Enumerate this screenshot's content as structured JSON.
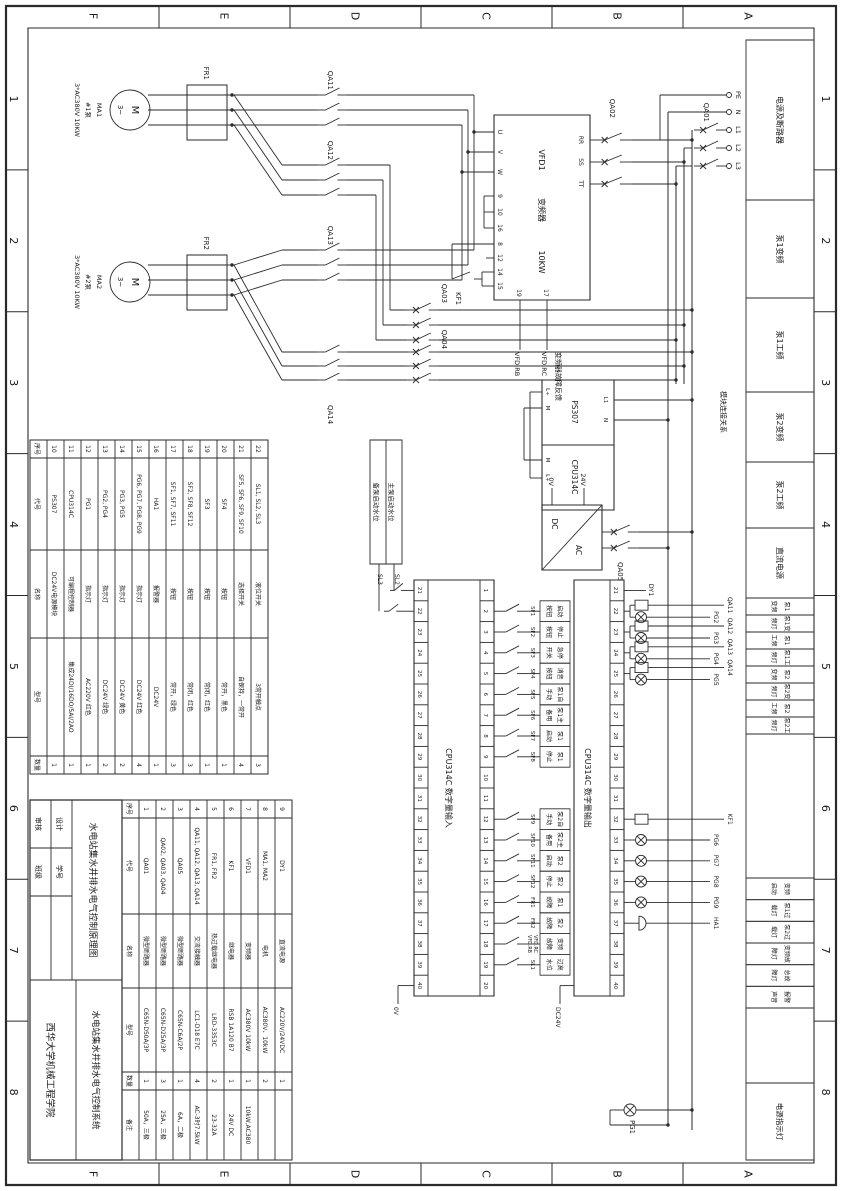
{
  "frame": {
    "cols": [
      "1",
      "2",
      "3",
      "4",
      "5",
      "6",
      "7",
      "8"
    ],
    "rows": [
      "A",
      "B",
      "C",
      "D",
      "E",
      "F"
    ]
  },
  "zones_main": [
    "电源及断路器",
    "泵1变频",
    "泵1工频",
    "泵2变频",
    "泵2工频",
    "直流电源"
  ],
  "zones_out1": [
    "泵1变频",
    "泵1变频灯",
    "泵1工频",
    "泵1工频灯",
    "泵2变频",
    "泵2变频灯",
    "泵2工频",
    "泵2工频灯"
  ],
  "zones_out2": [
    "变频启动",
    "泵1过载灯",
    "泵2过载灯",
    "变频故障灯",
    "总故障灯",
    "报警声音"
  ],
  "zone_power_lamp": "电源指示灯",
  "module_note": "模块连接关系",
  "rails": {
    "ov": "0V",
    "dc": "DC24V"
  },
  "supply": {
    "terminals": [
      "PE",
      "N",
      "L1",
      "L2",
      "L3"
    ],
    "main_breaker": "QA01",
    "vfd_contactor": "QA02",
    "dol_breakers": [
      "QA03",
      "QA04"
    ],
    "dc_breaker": "QA05"
  },
  "vfd": {
    "tag": "VFD1",
    "name": "变频器",
    "power": "10KW",
    "in_terms": [
      "RR",
      "SS",
      "TT"
    ],
    "out_terms": [
      "U",
      "V",
      "W"
    ],
    "ctrl_terms1": [
      "9",
      "10",
      "16"
    ],
    "ctrl_terms2": [
      "8",
      "12",
      "14",
      "15"
    ],
    "fault": {
      "terms": [
        "17",
        "19"
      ],
      "labels": [
        "VFD.RC",
        "VFD.RB"
      ],
      "note": "变频器故障反馈",
      "relay": "KF1"
    }
  },
  "plc_psu": {
    "ps": "PS307",
    "cpu": "CPU314C",
    "ps_top": [
      "L1",
      "N"
    ],
    "ps_bot": [
      "L+",
      "M"
    ],
    "cpu_bot": [
      "M",
      "L+"
    ]
  },
  "acdc": {
    "ac": "AC",
    "dc": "DC",
    "out": [
      "24V",
      "0V"
    ],
    "wire": "DY1"
  },
  "motors": [
    {
      "tag": "MA1",
      "pump": "#1泵",
      "spec": "3*AC380V 10KW",
      "fr": "FR1",
      "vfd_contactor": "QA11",
      "dol_contactor": "QA12"
    },
    {
      "tag": "MA2",
      "pump": "#2泵",
      "spec": "3*AC380V 10KW",
      "fr": "FR2",
      "vfd_contactor": "QA13",
      "dol_contactor": "QA14"
    }
  ],
  "di": {
    "title": "CPU314C 数字量输入",
    "inputs": [
      {
        "t": "2",
        "tag": "SF1",
        "l1": "启动",
        "l2": "按钮"
      },
      {
        "t": "3",
        "tag": "SF2",
        "l1": "停止",
        "l2": "按钮"
      },
      {
        "t": "4",
        "tag": "SF3",
        "l1": "急停",
        "l2": "开关"
      },
      {
        "t": "5",
        "tag": "SF4",
        "l1": "消音",
        "l2": "按钮"
      },
      {
        "t": "6",
        "tag": "SF5",
        "l1": "泵1自",
        "l2": "手动"
      },
      {
        "t": "7",
        "tag": "SF6",
        "l1": "泵1主",
        "l2": "备用"
      },
      {
        "t": "8",
        "tag": "SF7",
        "l1": "泵1",
        "l2": "启动"
      },
      {
        "t": "9",
        "tag": "SF8",
        "l1": "泵1",
        "l2": "停止"
      },
      {
        "t": "12",
        "tag": "SF9",
        "l1": "泵2自",
        "l2": "手动"
      },
      {
        "t": "13",
        "tag": "SF10",
        "l1": "泵2主",
        "l2": "备用"
      },
      {
        "t": "14",
        "tag": "SF11",
        "l1": "泵2",
        "l2": "启动"
      },
      {
        "t": "15",
        "tag": "SF12",
        "l1": "泵2",
        "l2": "停止"
      },
      {
        "t": "16",
        "tag": "FR1",
        "l1": "泵1",
        "l2": "故障"
      },
      {
        "t": "17",
        "tag": "FR2",
        "l1": "泵2",
        "l2": "故障"
      },
      {
        "t": "18",
        "tag": "VFD.RC VFD.RB",
        "l1": "变频",
        "l2": "故障"
      },
      {
        "t": "19",
        "tag": "SL1",
        "l1": "过高",
        "l2": "水位"
      }
    ],
    "bottom_inputs": [
      {
        "t": "21",
        "tag": "SL2",
        "label": "主泵启动水位"
      },
      {
        "t": "22",
        "tag": "SL3",
        "label": "备泵启动水位"
      }
    ]
  },
  "do": {
    "title": "CPU314C 数字量输出",
    "feed": "DY1",
    "outputs": [
      {
        "t": "22",
        "coil": "QA11",
        "lamp": "PG2"
      },
      {
        "t": "23",
        "coil": "QA12",
        "lamp": "PG3"
      },
      {
        "t": "24",
        "coil": "QA13",
        "lamp": "PG4"
      },
      {
        "t": "25",
        "coil": "QA14",
        "lamp": "PG5"
      },
      {
        "t": "32",
        "coil": "KF1"
      },
      {
        "t": "33",
        "lamp": "PG6"
      },
      {
        "t": "34",
        "lamp": "PG7"
      },
      {
        "t": "35",
        "lamp": "PG8"
      },
      {
        "t": "36",
        "lamp": "PG9"
      },
      {
        "t": "37",
        "buzzer": "HA1"
      }
    ]
  },
  "power_lamp": "PG1",
  "bom_mid": {
    "headers": [
      "序号",
      "代号",
      "名称",
      "型号",
      "数量"
    ],
    "rows": [
      [
        "22",
        "SL1, SL2, SL3",
        "液位开关",
        "3常开触点",
        "3"
      ],
      [
        "21",
        "SF5, SF6, SF9, SF10",
        "选择开关",
        "自保持，一常开",
        "4"
      ],
      [
        "20",
        "SF4",
        "按钮",
        "常开，黑色",
        "1"
      ],
      [
        "19",
        "SF3",
        "按钮",
        "常闭，红色",
        "1"
      ],
      [
        "18",
        "SF2, SF8, SF12",
        "按钮",
        "常闭，红色",
        "3"
      ],
      [
        "17",
        "SF1, SF7, SF11",
        "按钮",
        "常开，绿色",
        "3"
      ],
      [
        "16",
        "HA1",
        "报警器",
        "DC24V",
        "1"
      ],
      [
        "15",
        "PG6, PG7, PG8, PG9",
        "指示灯",
        "DC24V 红色",
        "4"
      ],
      [
        "14",
        "PG3, PG5",
        "指示灯",
        "DC24V 黄色",
        "2"
      ],
      [
        "13",
        "PG2, PG4",
        "指示灯",
        "DC24V 绿色",
        "2"
      ],
      [
        "12",
        "PG1",
        "指示灯",
        "AC220V 红色",
        "1"
      ],
      [
        "11",
        "CPU314C",
        "可编程控制器",
        "集成24DI/16DO/5AI/2AO",
        "1"
      ],
      [
        "10",
        "PS307",
        "DC24V电源模块",
        "",
        "1"
      ]
    ]
  },
  "bom_right": {
    "headers": [
      "序号",
      "代号",
      "名称",
      "型号",
      "数量",
      "备注"
    ],
    "rows": [
      [
        "9",
        "DY1",
        "直流电源",
        "AC220V/24VDC",
        "1",
        ""
      ],
      [
        "8",
        "MA1, MA2",
        "电机",
        "AC380V、10kW",
        "2",
        ""
      ],
      [
        "7",
        "VFD1",
        "变频器",
        "AC380V 10kW",
        "1",
        "10kW,AC380"
      ],
      [
        "6",
        "KF1",
        "继电器",
        "RSB 1A120 B7",
        "1",
        "24V DC"
      ],
      [
        "5",
        "FR1, FR2",
        "热过载继电器",
        "LRD-3353C",
        "2",
        "23-32A"
      ],
      [
        "4",
        "QA11, QA12, QA13, QA14",
        "交流接触器",
        "LC1-D18 E7C",
        "4",
        "AC-3时7.5kW"
      ],
      [
        "3",
        "QA05",
        "微型断路器",
        "C65N-C6A/2P",
        "1",
        "6A，二极"
      ],
      [
        "2",
        "QA02, QA03, QA04",
        "微型断路器",
        "C65N-D25A/3P",
        "3",
        "25A，三极"
      ],
      [
        "1",
        "QA01",
        "微型断路器",
        "C65N-D50A/3P",
        "1",
        "50A，三极"
      ]
    ]
  },
  "title_block": {
    "drawing": "水电站集水井排水电气控制原理图",
    "project": "水电站集水井排水电气控制系统",
    "school": "西华大学机械工程学院",
    "fields": [
      "设计",
      "审核",
      "学号",
      "班级"
    ]
  }
}
